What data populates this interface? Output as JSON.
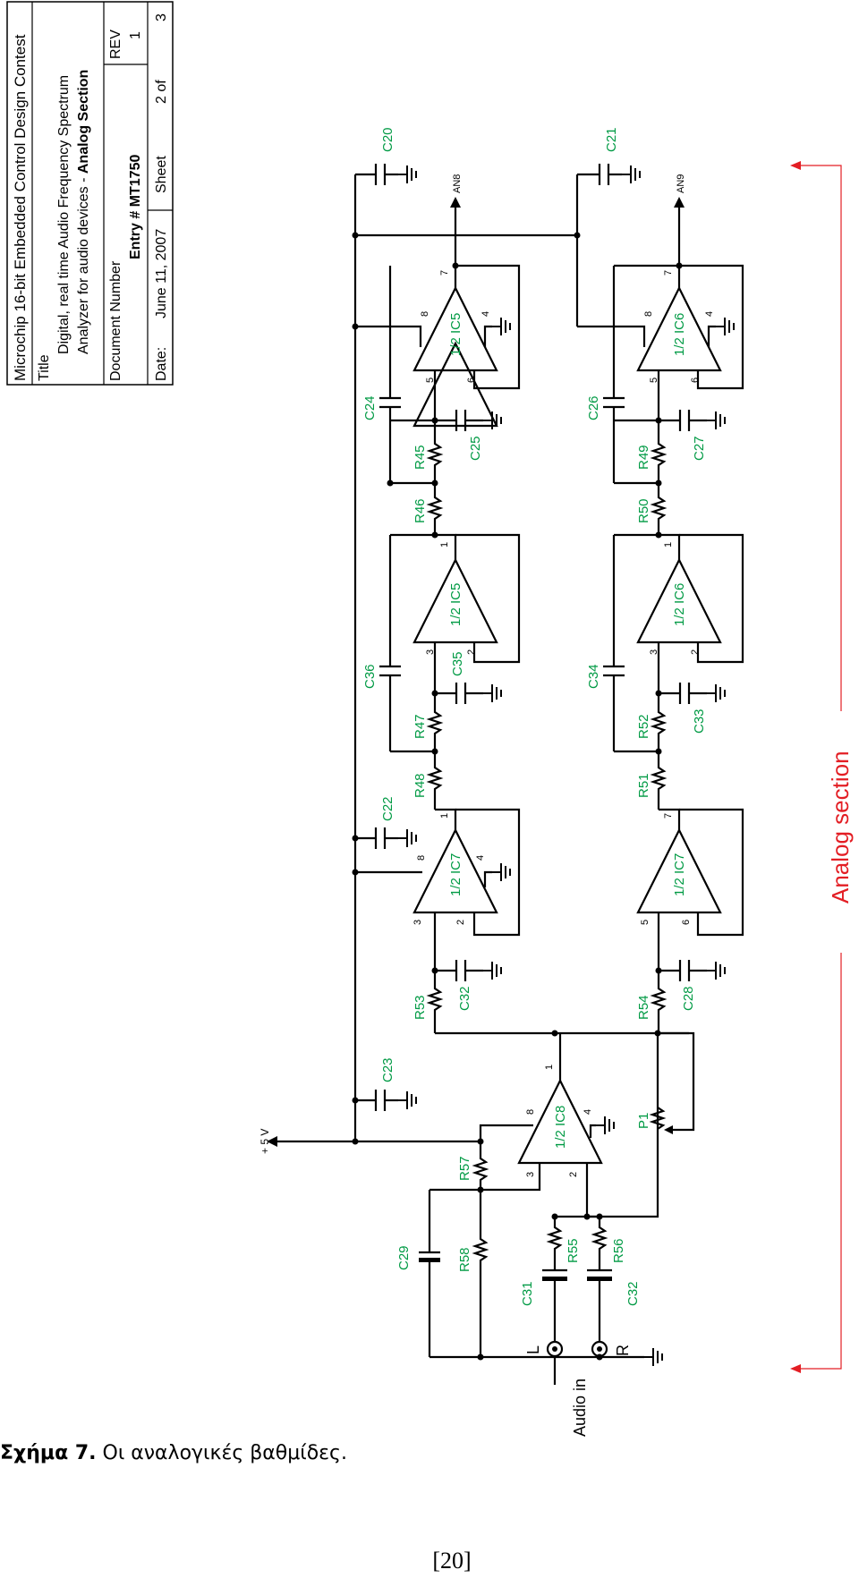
{
  "title_block": {
    "company": "Microchip 16-bit Embedded Control Design Contest",
    "title_label": "Title",
    "title_line1": "Digital, real time Audio Frequency Spectrum",
    "title_line2_prefix": "Analyzer for audio devices  - ",
    "title_line2_bold": "Analog Section",
    "docnum_label": "Document Number",
    "docnum_value": "Entry # MT1750",
    "rev_label": "REV",
    "rev_value": "1",
    "date_label": "Date:",
    "date_value": "June 11, 2007",
    "sheet_label": "Sheet",
    "sheet_value": "2 of",
    "sheet_total": "3"
  },
  "schematic": {
    "supply_label": "+ 5 V",
    "input_label": "Audio in",
    "channel_left": "L",
    "channel_right": "R",
    "output_1": "AN8",
    "output_2": "AN9",
    "section_label": "Analog section",
    "opamp_labels": {
      "ic8": "1/2 IC8",
      "ic7a": "1/2 IC7",
      "ic7b": "1/2 IC7",
      "ic5a": "1/2 IC5",
      "ic5b": "1/2 IC5",
      "ic6a": "1/2 IC6",
      "ic6b": "1/2 IC6"
    },
    "resistors": {
      "r45": "R45",
      "r46": "R46",
      "r47": "R47",
      "r48": "R48",
      "r49": "R49",
      "r50": "R50",
      "r51": "R51",
      "r52": "R52",
      "r53": "R53",
      "r54": "R54",
      "r55": "R55",
      "r56": "R56",
      "r57": "R57",
      "r58": "R58",
      "p1": "P1"
    },
    "capacitors": {
      "c20": "C20",
      "c21": "C21",
      "c22": "C22",
      "c23": "C23",
      "c24": "C24",
      "c25": "C25",
      "c26": "C26",
      "c27": "C27",
      "c28": "C28",
      "c29": "C29",
      "c31": "C31",
      "c32a": "C32",
      "c32b": "C32",
      "c33": "C33",
      "c34": "C34",
      "c35": "C35",
      "c36": "C36"
    },
    "pins": {
      "ic5b_5": "5",
      "ic5b_6": "6",
      "ic5b_8": "8",
      "ic5b_4": "4",
      "ic5b_7": "7",
      "ic6b_5": "5",
      "ic6b_6": "6",
      "ic6b_8": "8",
      "ic6b_4": "4",
      "ic6b_7": "7",
      "ic5a_3": "3",
      "ic5a_2": "2",
      "ic5a_1": "1",
      "ic6a_3": "3",
      "ic6a_2": "2",
      "ic6a_1": "1",
      "ic7a_3": "3",
      "ic7a_2": "2",
      "ic7a_8": "8",
      "ic7a_4": "4",
      "ic7a_1": "1",
      "ic7b_5": "5",
      "ic7b_6": "6",
      "ic7b_7": "7",
      "ic8_3": "3",
      "ic8_2": "2",
      "ic8_8": "8",
      "ic8_4": "4",
      "ic8_1": "1"
    }
  },
  "caption": {
    "number": "Σχήμα 7.",
    "text": " Οι αναλογικές βαθμίδες."
  },
  "page_number": "[20]"
}
